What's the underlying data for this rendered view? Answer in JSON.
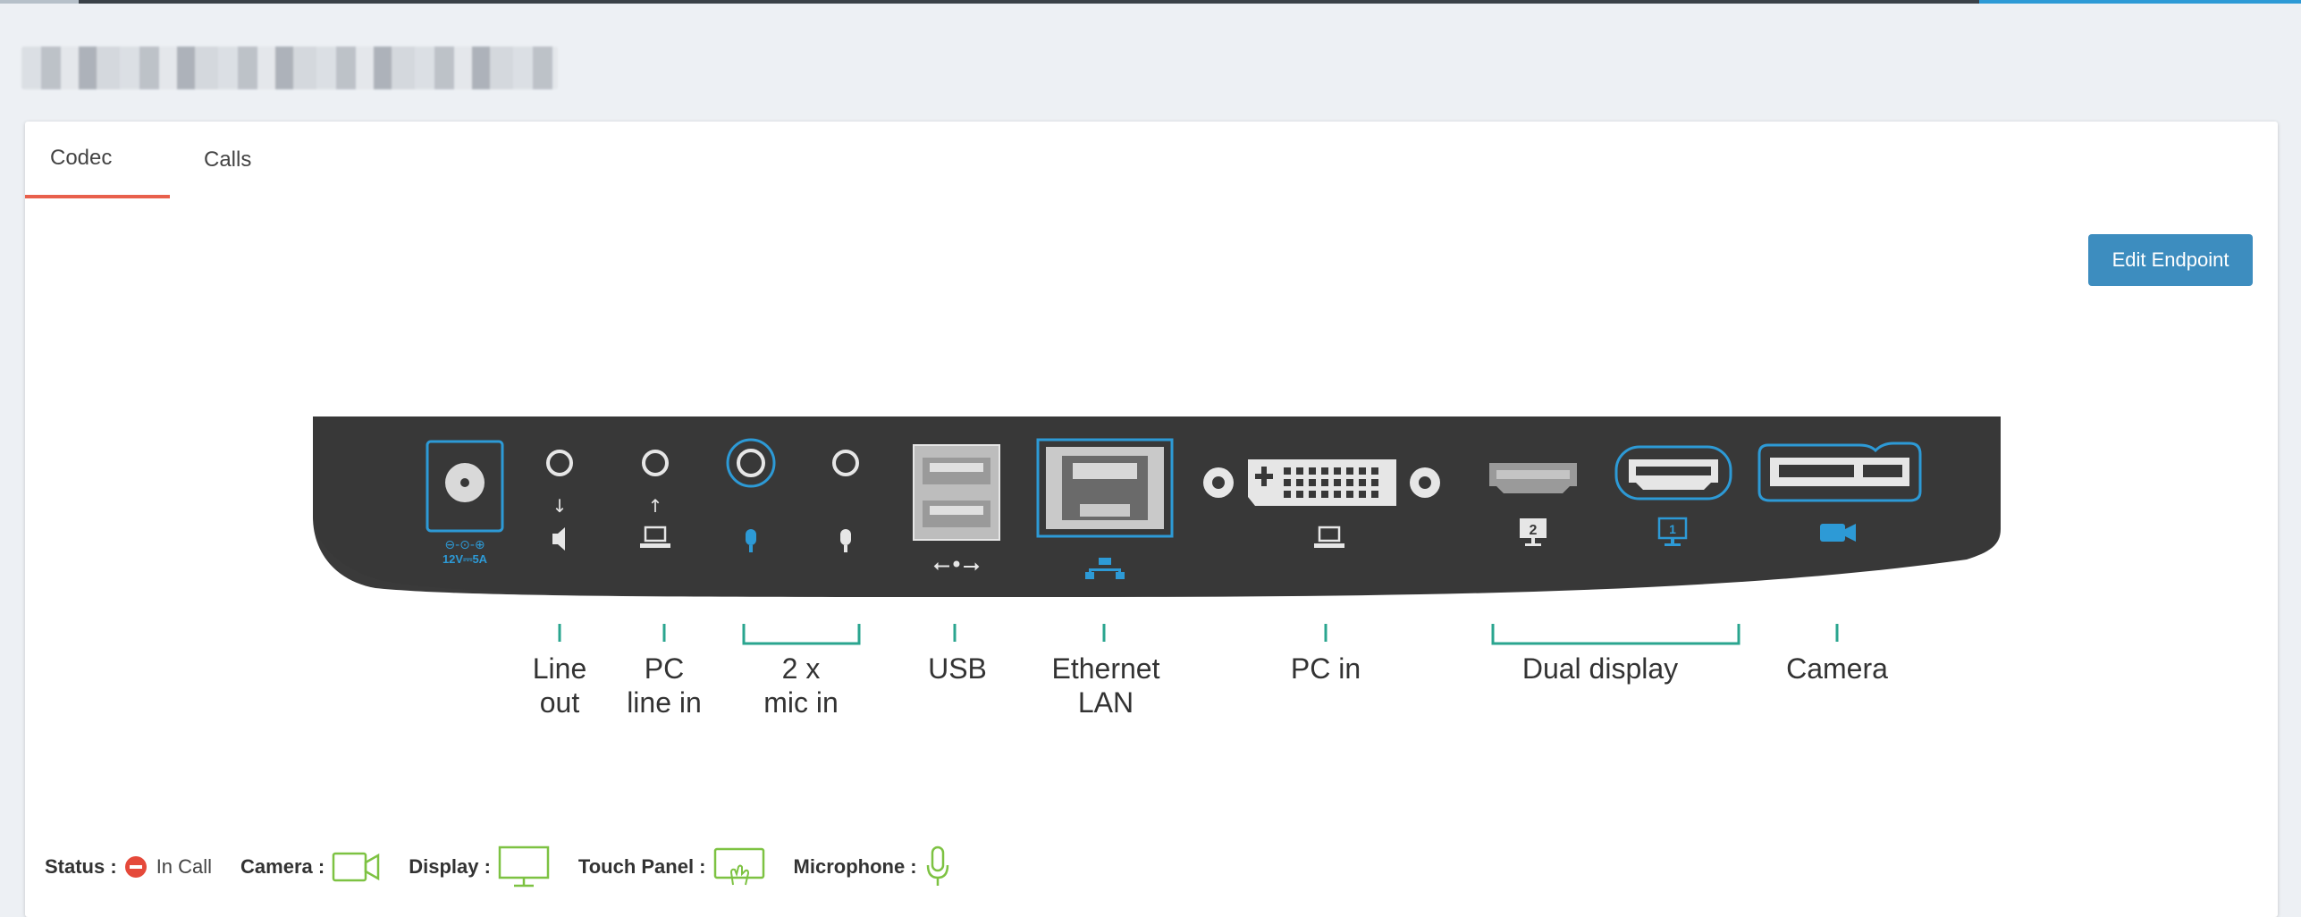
{
  "tabs": [
    {
      "label": "Codec"
    },
    {
      "label": "Calls"
    }
  ],
  "edit_button": "Edit Endpoint",
  "ports": {
    "power_label": "12V⎓5A",
    "line_out": [
      "Line",
      "out"
    ],
    "pc_line_in": [
      "PC",
      "line in"
    ],
    "mic_in": [
      "2 x",
      "mic in"
    ],
    "usb": "USB",
    "ethernet": [
      "Ethernet",
      "LAN"
    ],
    "pc_in": "PC in",
    "dual_display": "Dual display",
    "camera": "Camera",
    "display_2": "2",
    "display_1": "1"
  },
  "status": {
    "status_label": "Status :",
    "status_value": "In Call",
    "camera_label": "Camera :",
    "display_label": "Display :",
    "touch_label": "Touch Panel :",
    "mic_label": "Microphone :"
  },
  "colors": {
    "accent_tab": "#e8604c",
    "button": "#3d8dbf",
    "active_port": "#2d9ad6",
    "bracket": "#2aa58f",
    "device_ok": "#7dc242",
    "status_in_call": "#e5493a"
  }
}
